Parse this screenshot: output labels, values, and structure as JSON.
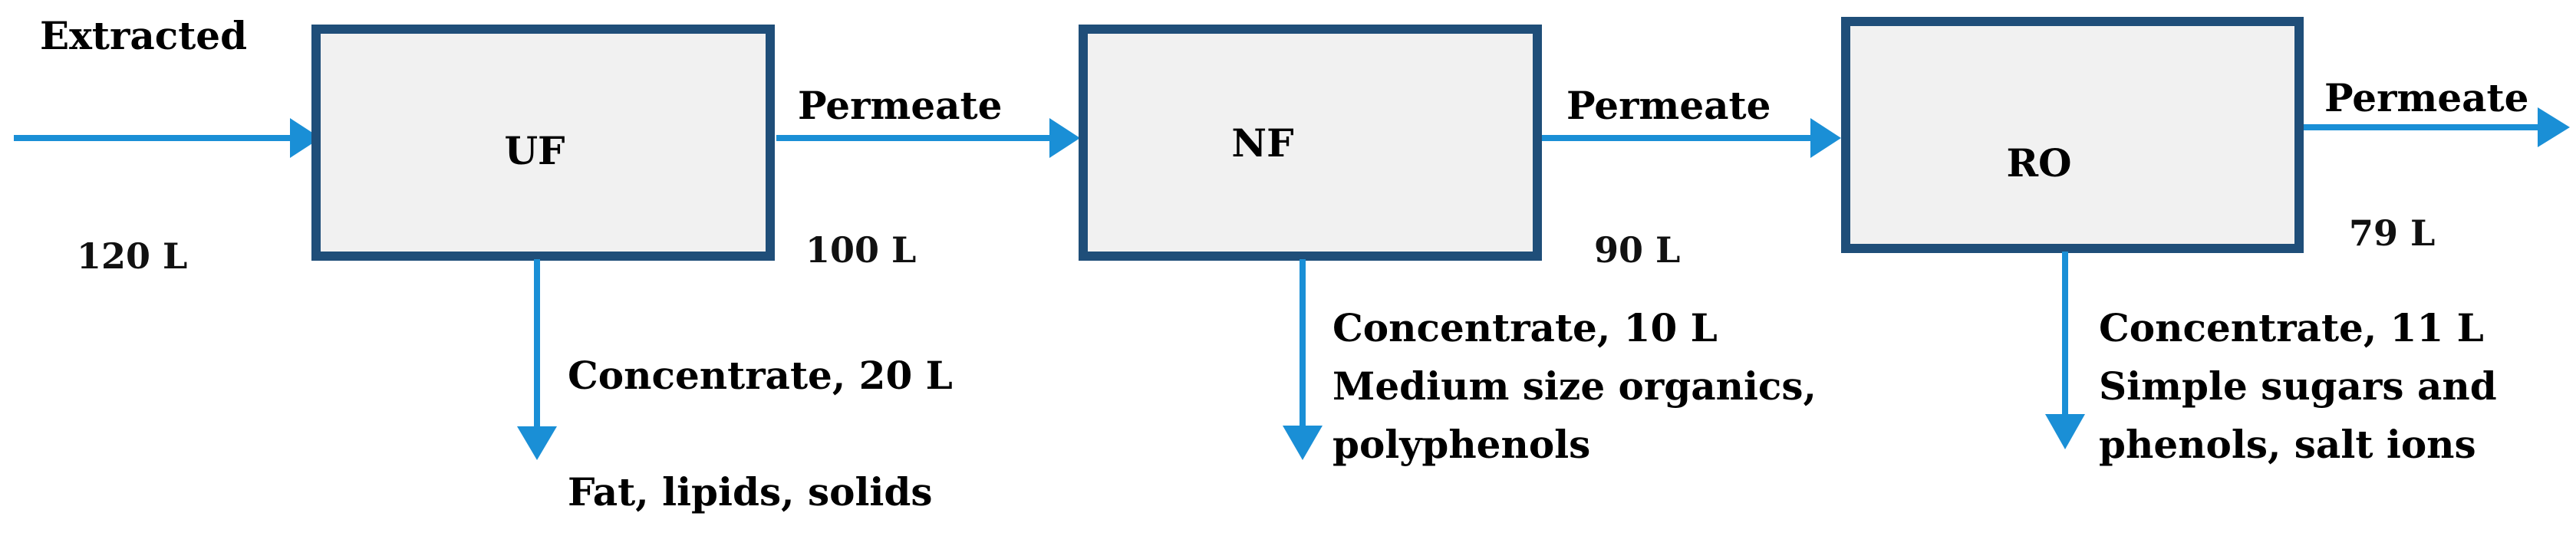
{
  "feed": {
    "label": "Extracted",
    "volume": "120 L"
  },
  "stages": [
    {
      "name": "UF",
      "permeate_label": "Permeate",
      "permeate_volume": "100 L",
      "concentrate_label": "Concentrate, 20 L",
      "concentrate_desc": [
        "Fat, lipids, solids"
      ]
    },
    {
      "name": "NF",
      "permeate_label": "Permeate",
      "permeate_volume": "90 L",
      "concentrate_label": "Concentrate, 10 L",
      "concentrate_desc": [
        "Medium size organics,",
        "polyphenols"
      ]
    },
    {
      "name": "RO",
      "permeate_label": "Permeate",
      "permeate_volume": "79 L",
      "concentrate_label": "Concentrate, 11 L",
      "concentrate_desc": [
        "Simple sugars and",
        "phenols, salt ions"
      ]
    }
  ],
  "colors": {
    "box_border": "#1f4e79",
    "box_fill": "#f1f1f1",
    "arrow": "#1a8fd6"
  }
}
